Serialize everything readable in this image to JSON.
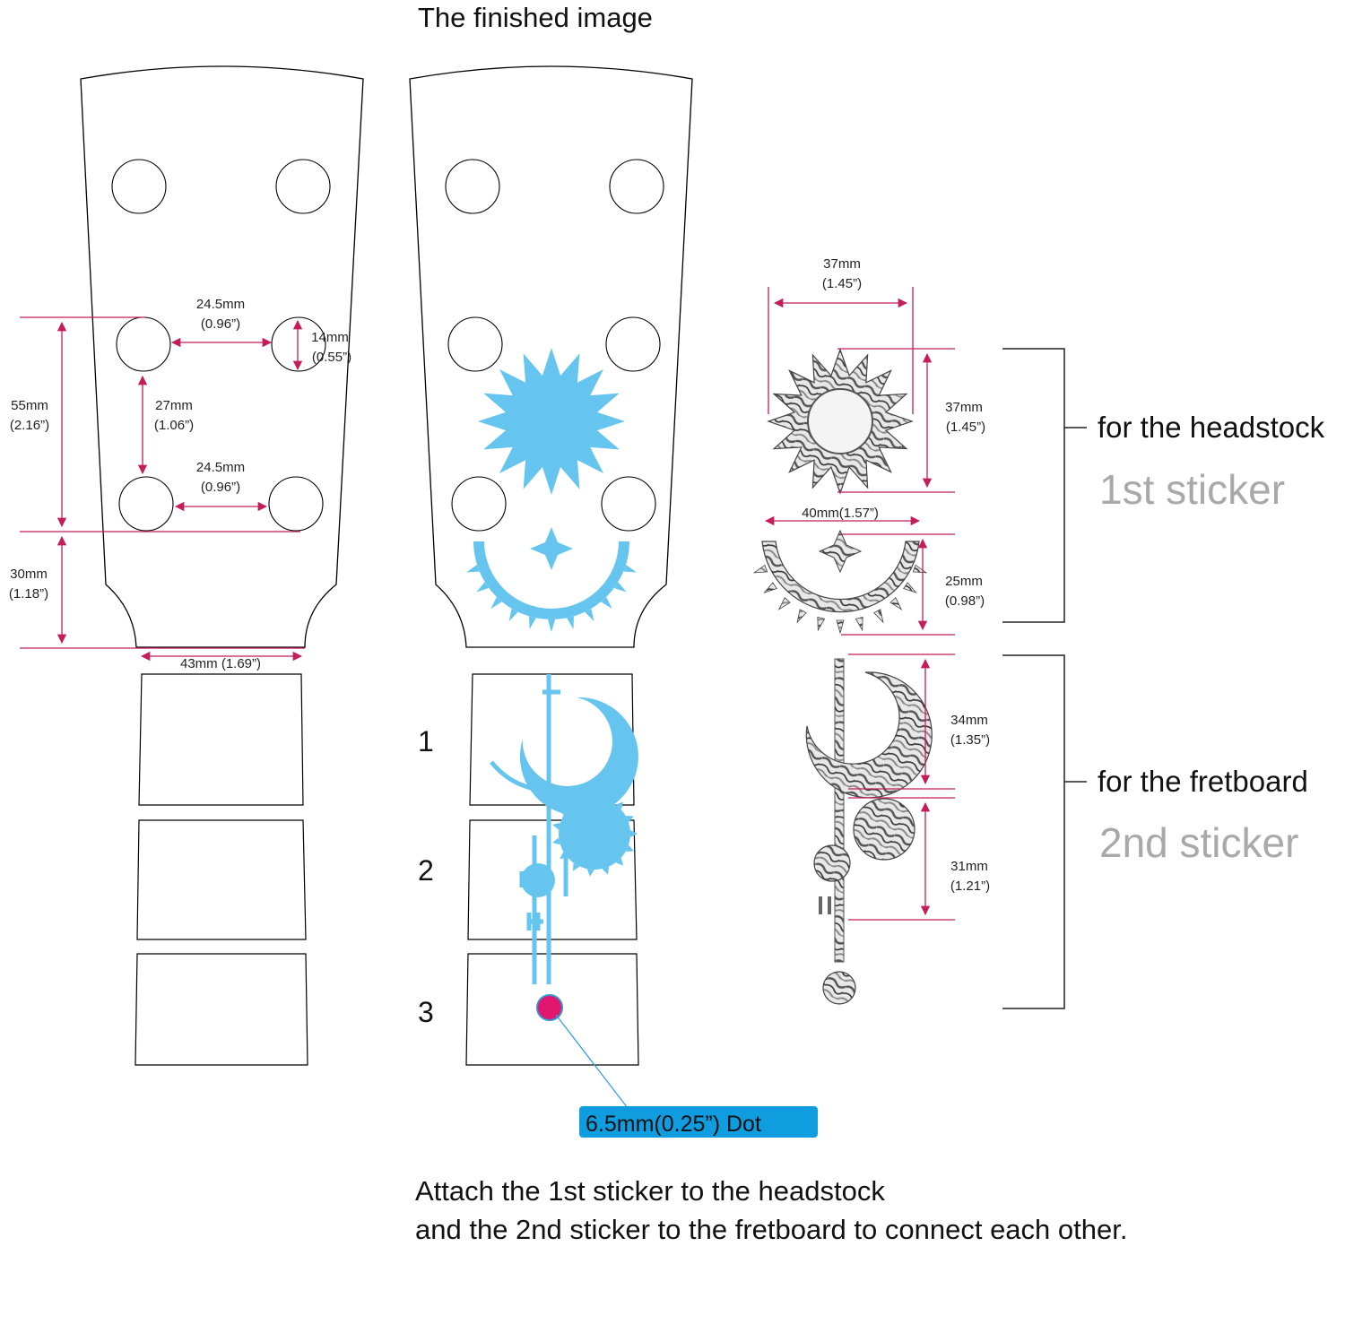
{
  "title": "The finished image",
  "colors": {
    "dimension": "#c41e5a",
    "blue": "#66c5ef",
    "dot": "#e0166f",
    "callout_bg": "#109de0",
    "outline": "#000000",
    "bracket": "#222222",
    "sticker_gray": "#a9a9a9"
  },
  "left_headstock": {
    "dims": {
      "top_spacing_mm": "24.5mm",
      "top_spacing_in": "(0.96”)",
      "hole_dia_mm": "14mm",
      "hole_dia_in": "(0.55”)",
      "height_mm": "55mm",
      "height_in": "(2.16”)",
      "vertical_spacing_mm": "27mm",
      "vertical_spacing_in": "(1.06”)",
      "bottom_spacing_mm": "24.5mm",
      "bottom_spacing_in": "(0.96”)",
      "lower_mm": "30mm",
      "lower_in": "(1.18”)",
      "nut_width": "43mm (1.69”)"
    }
  },
  "fret_numbers": [
    "1",
    "2",
    "3"
  ],
  "dot_callout": "6.5mm(0.25”) Dot",
  "sticker_dims": {
    "sun_width_mm": "37mm",
    "sun_width_in": "(1.45”)",
    "sun_height_mm": "37mm",
    "sun_height_in": "(1.45”)",
    "crescent_width": "40mm(1.57”)",
    "crescent_height_mm": "25mm",
    "crescent_height_in": "(0.98”)",
    "moon_height_mm": "34mm",
    "moon_height_in": "(1.35”)",
    "lower_height_mm": "31mm",
    "lower_height_in": "(1.21”)"
  },
  "groups": [
    {
      "label": "for the headstock",
      "sticker": "1st sticker"
    },
    {
      "label": "for the fretboard",
      "sticker": "2nd sticker"
    }
  ],
  "footer": [
    "Attach the 1st sticker to the headstock",
    "and the 2nd sticker to the fretboard to connect each other."
  ]
}
